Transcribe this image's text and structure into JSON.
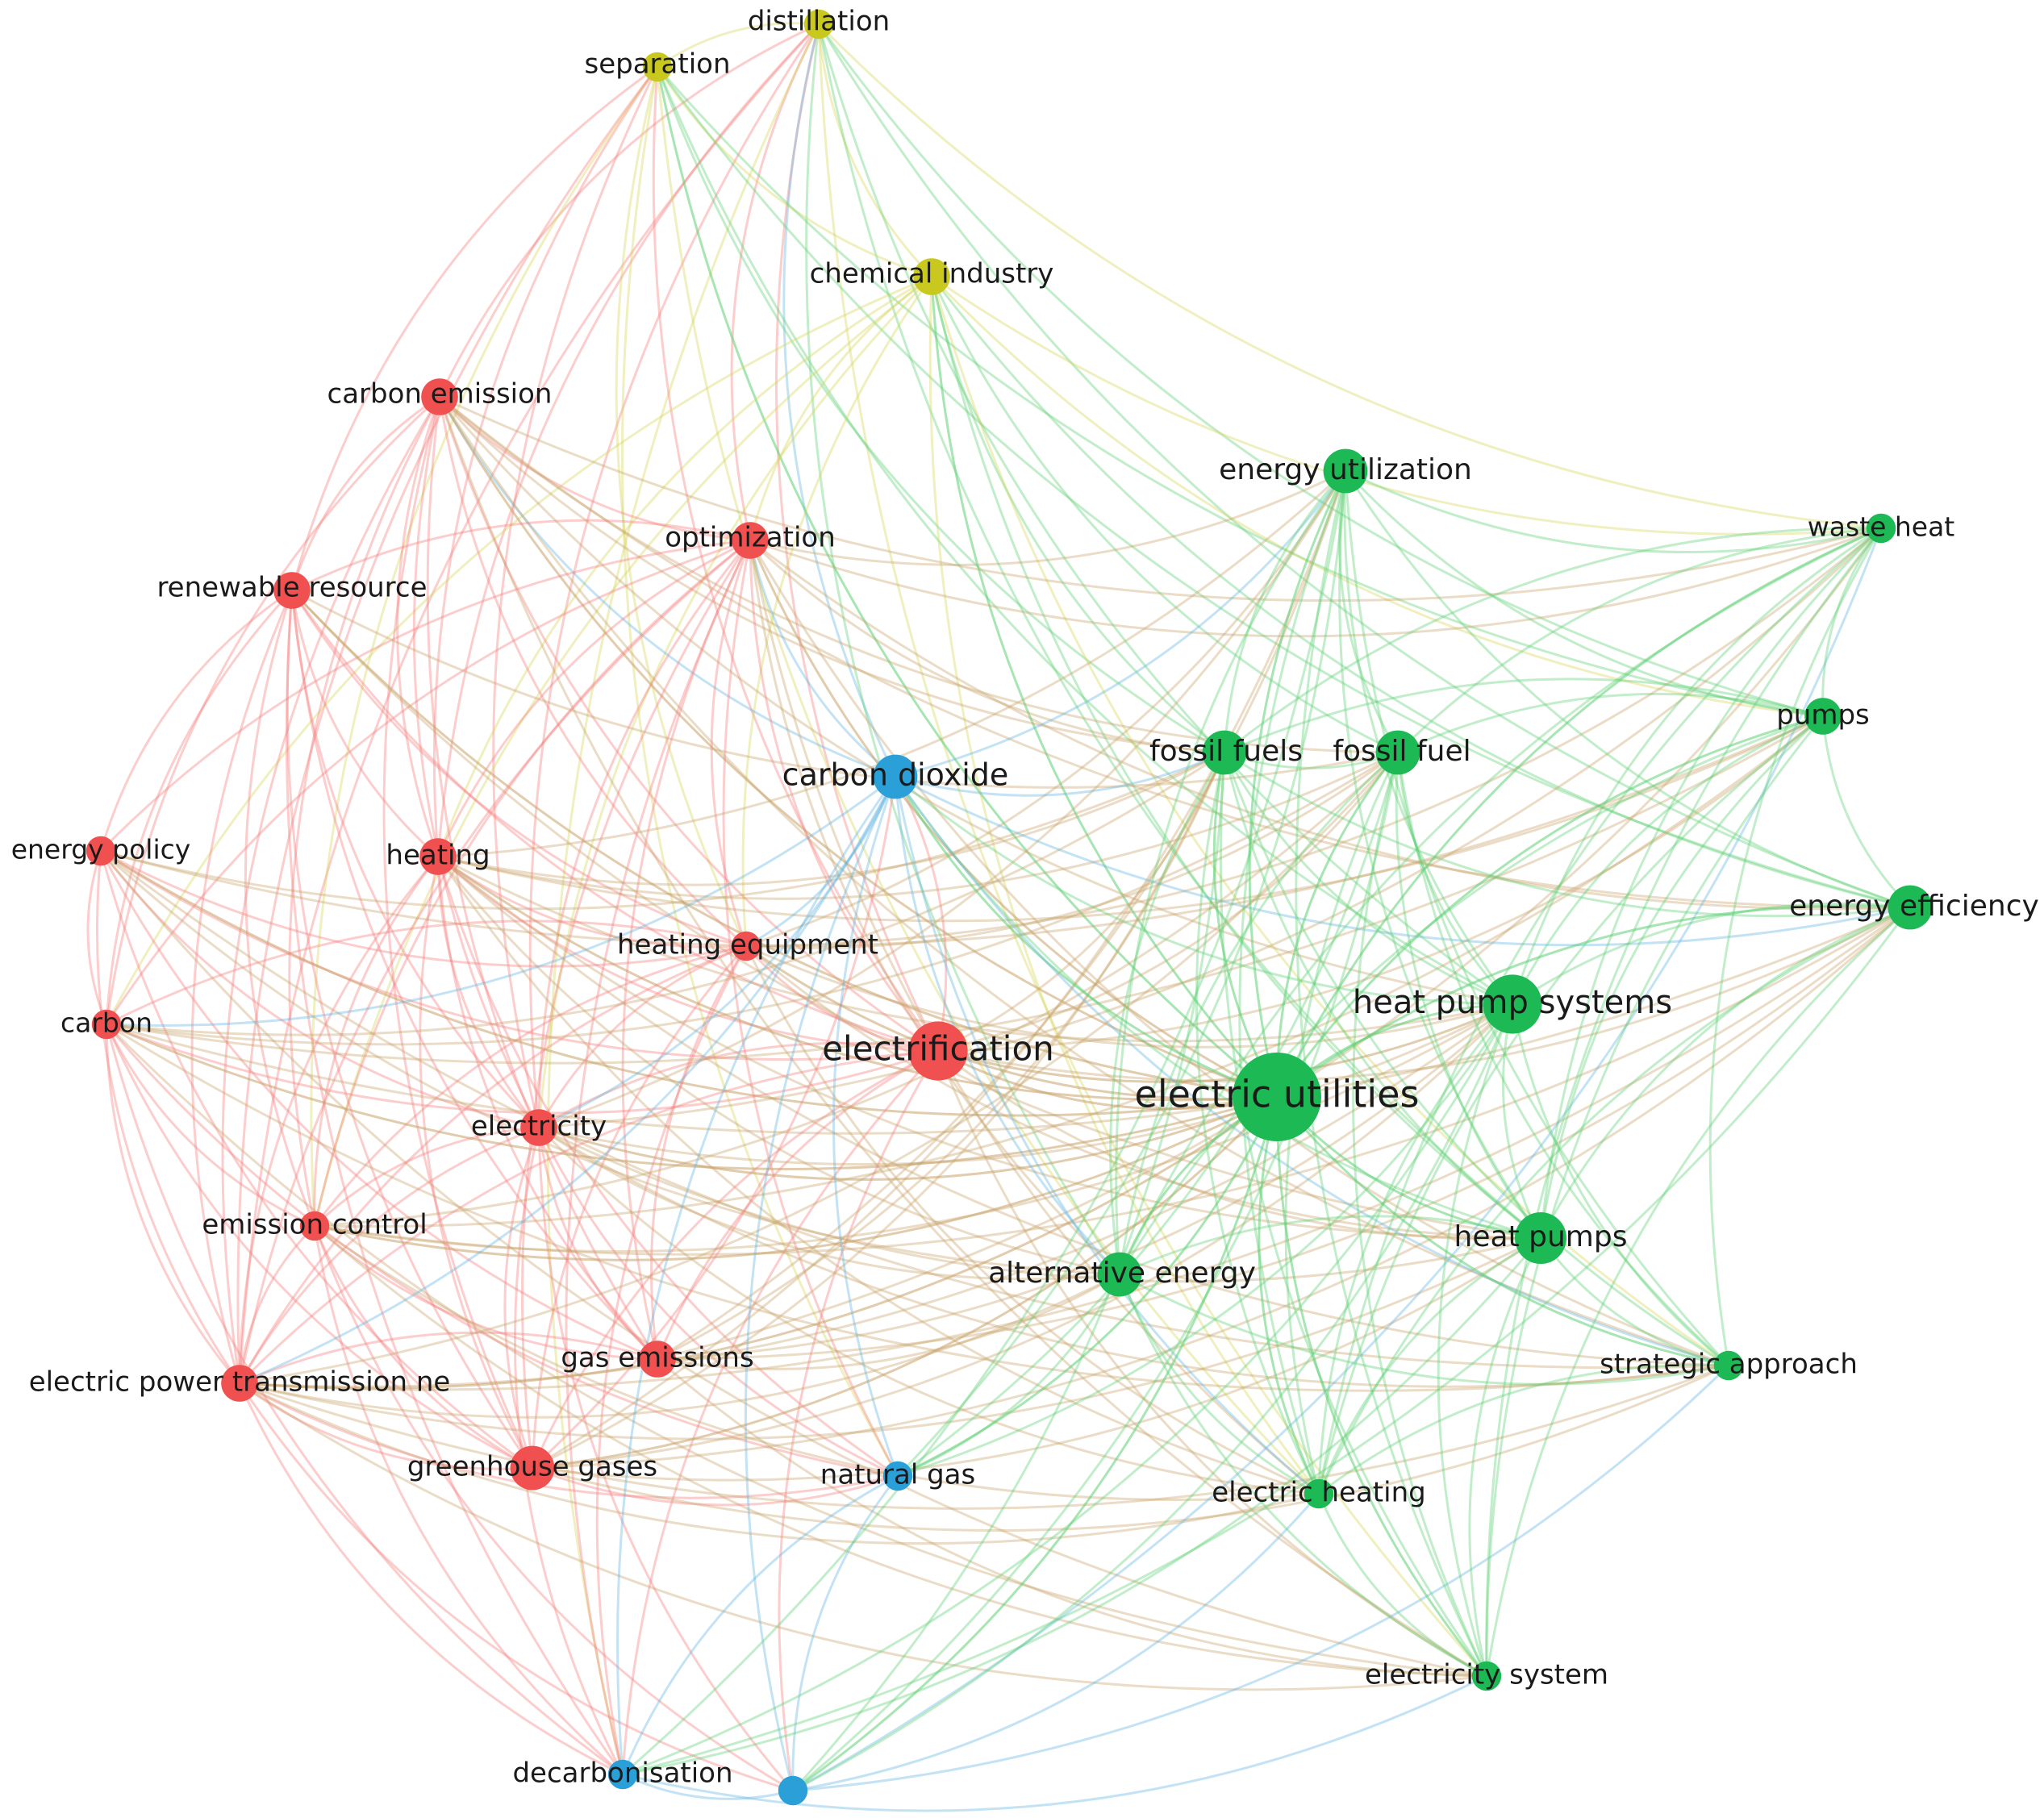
{
  "cluster_colors": {
    "red": "#f0504f",
    "green": "#1db954",
    "blue": "#2b9fd8",
    "yellow": "#c8c81e"
  },
  "edge_colors": {
    "red": "#f47d7b",
    "green": "#5fcf74",
    "blue": "#62b6e3",
    "yellow": "#d4d45a",
    "mixed": "#c8a36a"
  },
  "nodes": [
    {
      "id": "distillation",
      "label": "distillation",
      "cluster": "yellow",
      "weight": 2
    },
    {
      "id": "separation",
      "label": "separation",
      "cluster": "yellow",
      "weight": 2
    },
    {
      "id": "chemical_industry",
      "label": "chemical industry",
      "cluster": "yellow",
      "weight": 3
    },
    {
      "id": "carbon_emission",
      "label": "carbon emission",
      "cluster": "red",
      "weight": 3
    },
    {
      "id": "optimization",
      "label": "optimization",
      "cluster": "red",
      "weight": 3
    },
    {
      "id": "renewable_resource",
      "label": "renewable resource",
      "cluster": "red",
      "weight": 3
    },
    {
      "id": "energy_policy",
      "label": "energy policy",
      "cluster": "red",
      "weight": 2
    },
    {
      "id": "heating",
      "label": "heating",
      "cluster": "red",
      "weight": 3
    },
    {
      "id": "heating_equipment",
      "label": "heating equipment",
      "cluster": "red",
      "weight": 2
    },
    {
      "id": "carbon",
      "label": "carbon",
      "cluster": "red",
      "weight": 2
    },
    {
      "id": "electrification",
      "label": "electrification",
      "cluster": "red",
      "weight": 6
    },
    {
      "id": "electricity",
      "label": "electricity",
      "cluster": "red",
      "weight": 3
    },
    {
      "id": "emission_control",
      "label": "emission control",
      "cluster": "red",
      "weight": 2
    },
    {
      "id": "gas_emissions",
      "label": "gas emissions",
      "cluster": "red",
      "weight": 3
    },
    {
      "id": "electric_power_transmission",
      "label": "electric power transmission ne",
      "cluster": "red",
      "weight": 3
    },
    {
      "id": "greenhouse_gases",
      "label": "greenhouse gases",
      "cluster": "red",
      "weight": 4
    },
    {
      "id": "carbon_dioxide",
      "label": "carbon dioxide",
      "cluster": "blue",
      "weight": 4
    },
    {
      "id": "natural_gas",
      "label": "natural gas",
      "cluster": "blue",
      "weight": 2
    },
    {
      "id": "decarbonisation",
      "label": "decarbonisation",
      "cluster": "blue",
      "weight": 2
    },
    {
      "id": "unlabeled_blue",
      "label": "",
      "cluster": "blue",
      "weight": 2
    },
    {
      "id": "energy_utilization",
      "label": "energy utilization",
      "cluster": "green",
      "weight": 4
    },
    {
      "id": "waste_heat",
      "label": "waste heat",
      "cluster": "green",
      "weight": 2
    },
    {
      "id": "pumps",
      "label": "pumps",
      "cluster": "green",
      "weight": 3
    },
    {
      "id": "fossil_fuels",
      "label": "fossil fuels",
      "cluster": "green",
      "weight": 4
    },
    {
      "id": "fossil_fuel",
      "label": "fossil fuel",
      "cluster": "green",
      "weight": 4
    },
    {
      "id": "energy_efficiency",
      "label": "energy efficiency",
      "cluster": "green",
      "weight": 4
    },
    {
      "id": "heat_pump_systems",
      "label": "heat pump systems",
      "cluster": "green",
      "weight": 6
    },
    {
      "id": "electric_utilities",
      "label": "electric utilities",
      "cluster": "green",
      "weight": 10
    },
    {
      "id": "heat_pumps",
      "label": "heat pumps",
      "cluster": "green",
      "weight": 5
    },
    {
      "id": "alternative_energy",
      "label": "alternative energy",
      "cluster": "green",
      "weight": 4
    },
    {
      "id": "strategic_approach",
      "label": "strategic approach",
      "cluster": "green",
      "weight": 2
    },
    {
      "id": "electric_heating",
      "label": "electric heating",
      "cluster": "green",
      "weight": 2
    },
    {
      "id": "electricity_system",
      "label": "electricity system",
      "cluster": "green",
      "weight": 2
    }
  ]
}
